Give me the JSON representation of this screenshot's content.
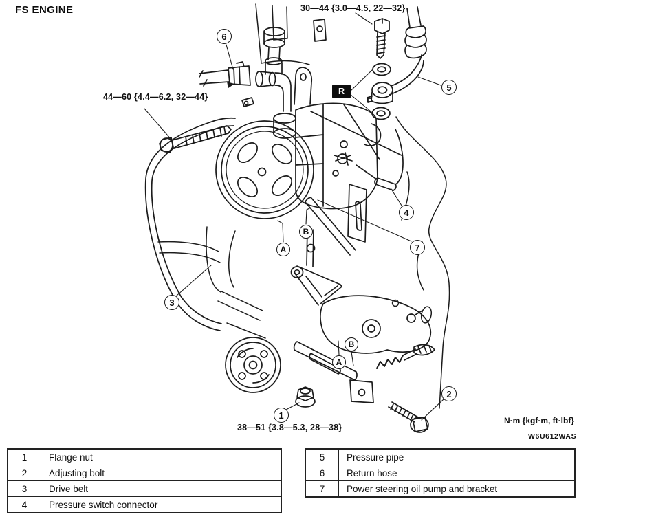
{
  "header": {
    "title": "FS ENGINE"
  },
  "diagram": {
    "torque_top": "30—44 {3.0—4.5, 22—32}",
    "torque_left": "44—60 {4.4—6.2, 32—44}",
    "torque_bottom": "38—51 {3.8—5.3, 28—38}",
    "units_note": "N·m {kgf·m, ft·lbf}",
    "figure_code": "W6U612WAS",
    "replacement_marker": "R",
    "callouts": {
      "c1": "1",
      "c2": "2",
      "c3": "3",
      "c4": "4",
      "c5": "5",
      "c6": "6",
      "c7": "7"
    },
    "markers": {
      "a_upper": "A",
      "b_upper": "B",
      "a_lower": "A",
      "b_lower": "B"
    }
  },
  "legend": {
    "left_rows": [
      {
        "num": "1",
        "label": "Flange nut"
      },
      {
        "num": "2",
        "label": "Adjusting bolt"
      },
      {
        "num": "3",
        "label": "Drive belt"
      },
      {
        "num": "4",
        "label": "Pressure switch connector"
      }
    ],
    "right_rows": [
      {
        "num": "5",
        "label": "Pressure pipe"
      },
      {
        "num": "6",
        "label": "Return hose"
      },
      {
        "num": "7",
        "label": "Power steering oil pump and bracket"
      }
    ]
  }
}
